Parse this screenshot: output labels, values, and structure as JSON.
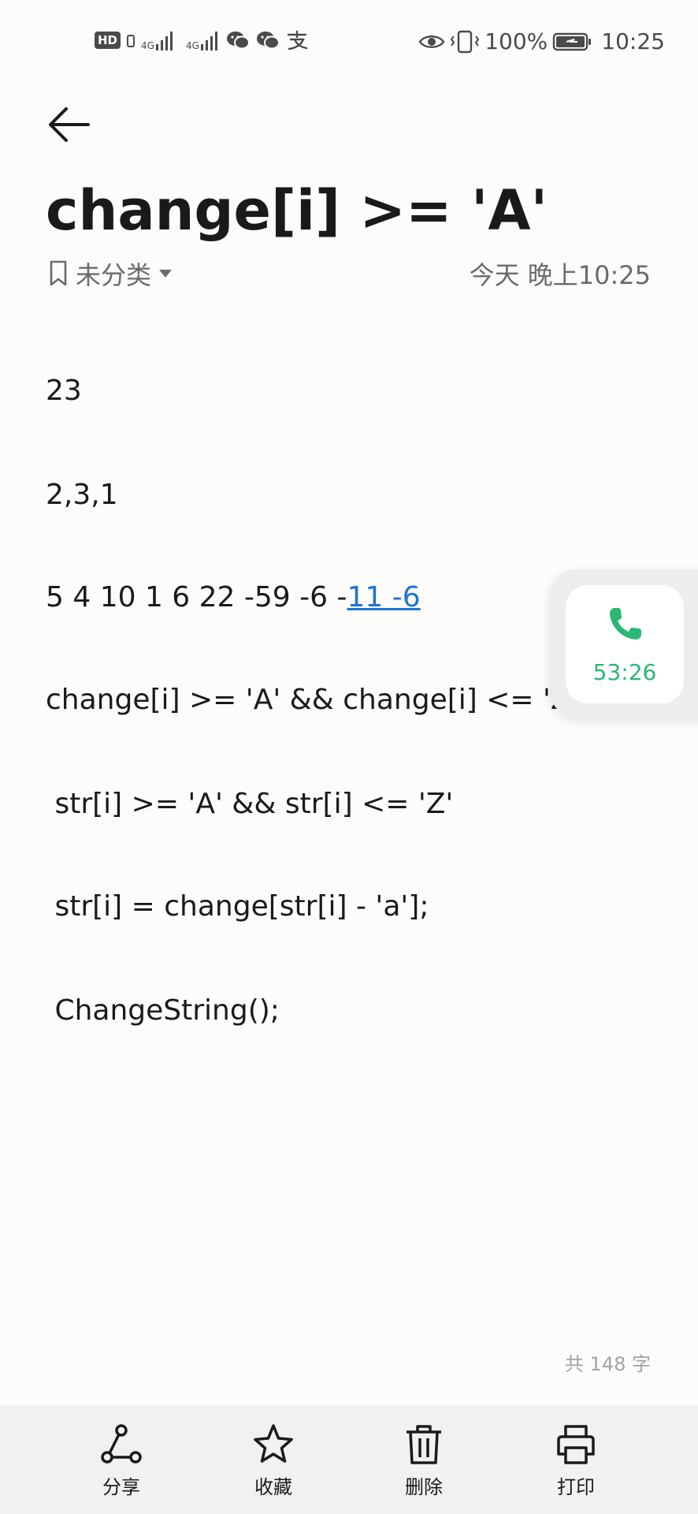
{
  "status_bar": {
    "hd": "HD",
    "sim1": "4G",
    "sim2": "4G",
    "battery": "100%",
    "time": "10:25",
    "icons": [
      "wechat-icon",
      "wechat-icon",
      "alipay-icon",
      "eye-icon",
      "vibrate-icon",
      "battery-icon"
    ]
  },
  "header": {
    "back_icon": "back-arrow-icon",
    "title": "change[i] >= 'A'",
    "category": "未分类",
    "timestamp": "今天 晚上10:25"
  },
  "note": {
    "lines": [
      {
        "text": "23"
      },
      {
        "text": "2,3,1"
      },
      {
        "text": "5 4 10 1 6 22 -59 -6 -",
        "link": "11 -6"
      },
      {
        "text": "change[i] >= 'A' && change[i] <= 'Z'"
      },
      {
        "text": " str[i] >= 'A' && str[i] <= 'Z'"
      },
      {
        "text": " str[i] = change[str[i] - 'a'];"
      },
      {
        "text": " ChangeString();"
      }
    ],
    "word_count": "共 148 字"
  },
  "call_widget": {
    "icon": "phone-icon",
    "timer": "53:26",
    "color": "#2bb673"
  },
  "toolbar": {
    "items": [
      {
        "icon": "share-icon",
        "label": "分享"
      },
      {
        "icon": "star-icon",
        "label": "收藏"
      },
      {
        "icon": "trash-icon",
        "label": "删除"
      },
      {
        "icon": "printer-icon",
        "label": "打印"
      }
    ]
  },
  "colors": {
    "background": "#fdfcfa",
    "link": "#1c73d4",
    "toolbar_bg": "#f2f1ef"
  }
}
